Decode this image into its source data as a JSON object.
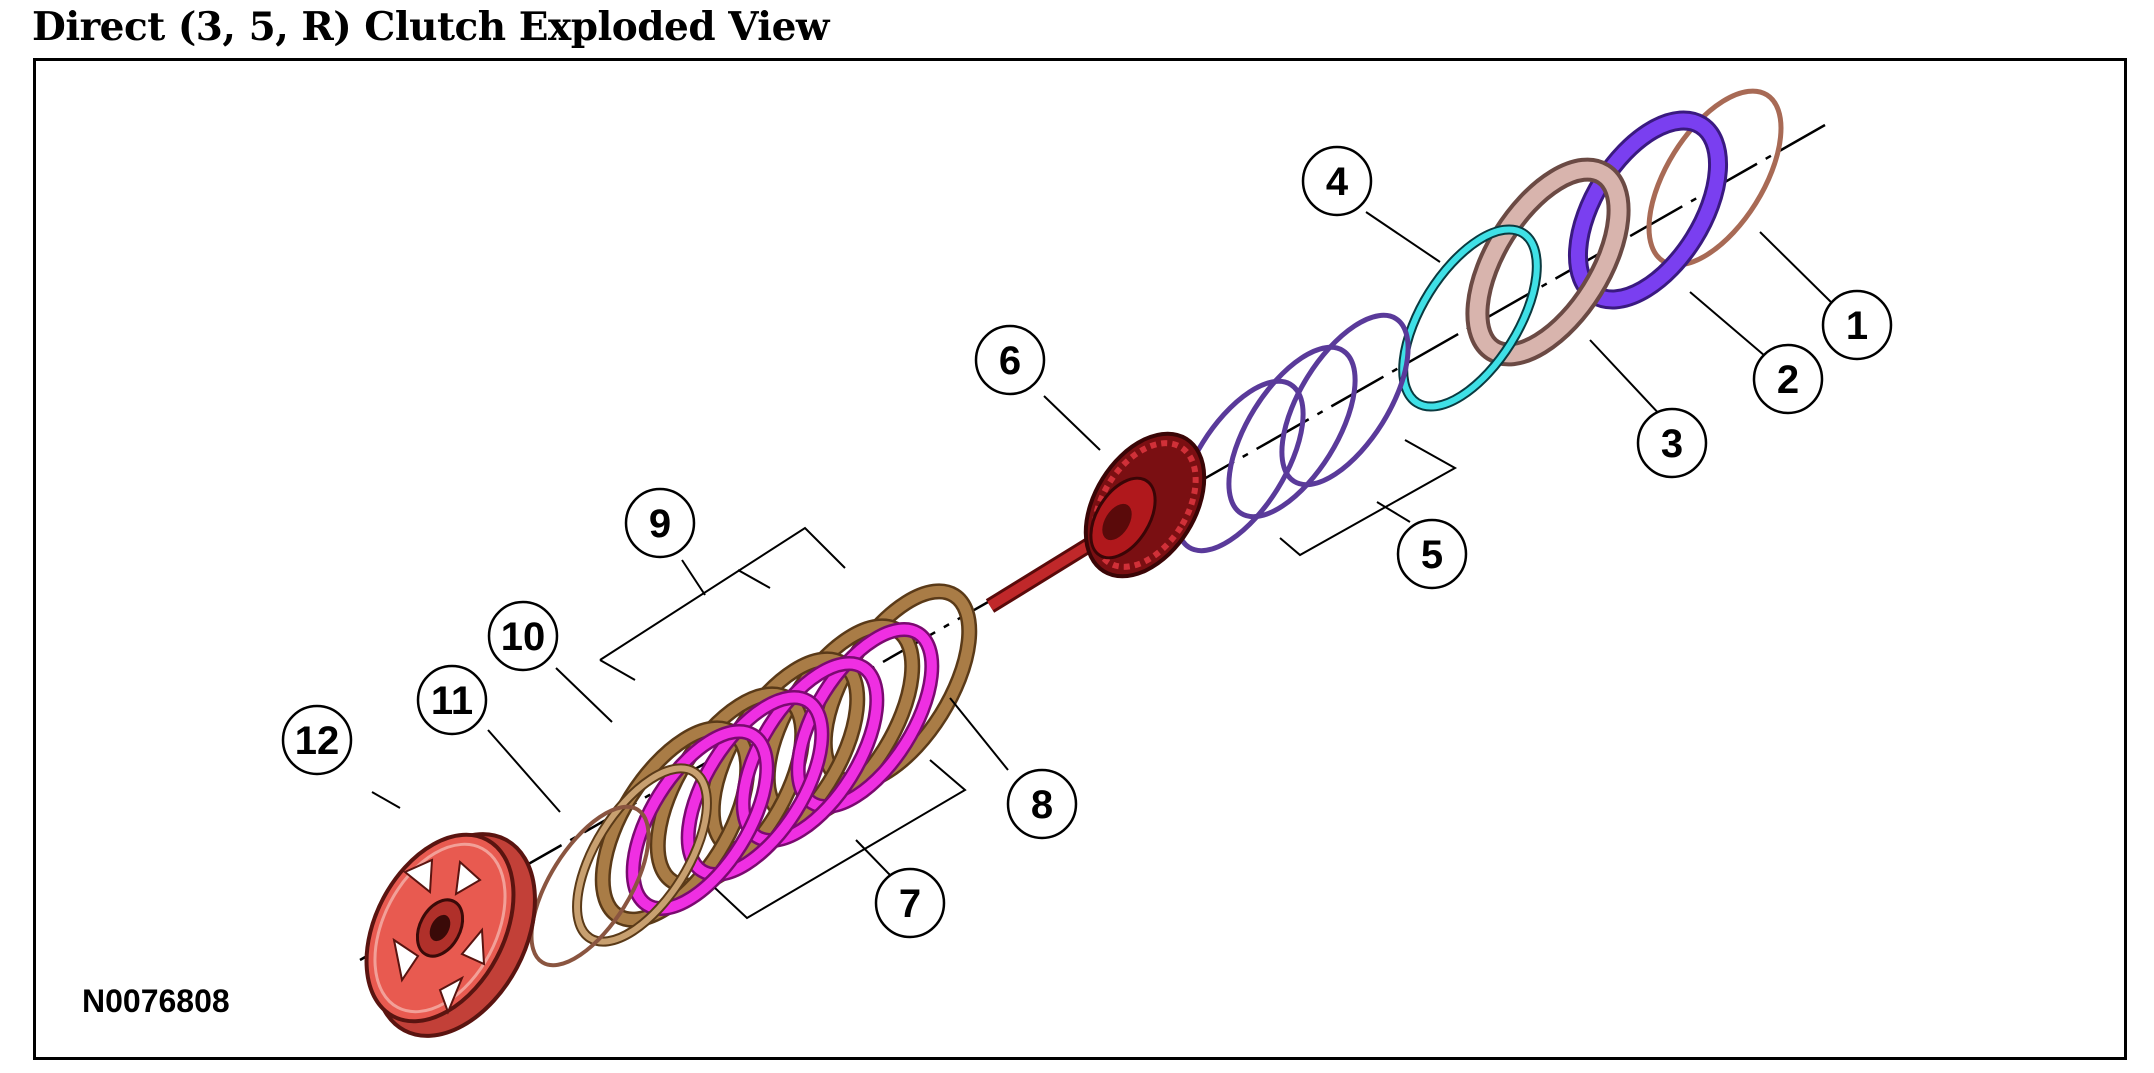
{
  "title": "Direct (3, 5, R) Clutch Exploded View",
  "figure_id": "N0076808",
  "callouts": [
    "1",
    "2",
    "3",
    "4",
    "5",
    "6",
    "7",
    "8",
    "9",
    "10",
    "11",
    "12"
  ],
  "colors": {
    "snap_ring": "#a86a55",
    "piston_purple": "#7a3ff0",
    "piston_seal": "#d8b4ad",
    "seal_cyan": "#3fe0e6",
    "spring_ring": "#5a3a9a",
    "hub_red": "#b0181c",
    "steel_plate": "#a97c46",
    "friction_plate": "#ef2fe2",
    "pressure_plate": "#c8a070",
    "housing_red": "#e85a50"
  }
}
